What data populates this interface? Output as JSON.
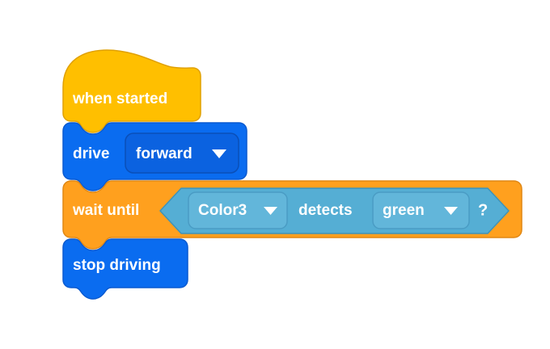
{
  "workspace": {
    "name": "block-program-workspace",
    "background_color": "#ffffff"
  },
  "palette": {
    "event_block_color": "#ffbf00",
    "event_block_stroke": "#e0a000",
    "motion_block_color": "#0a6cf0",
    "motion_block_stroke": "#0a5ad0",
    "motion_field_color": "#0b62e0",
    "motion_field_stroke": "#0a4fb8",
    "control_block_color": "#ffa01e",
    "control_block_stroke": "#e08714",
    "sensing_block_color": "#55aed4",
    "sensing_block_stroke": "#3f93b8",
    "sensing_field_color": "#62b6da",
    "sensing_field_stroke": "#4a9cc4",
    "text_color": "#ffffff"
  },
  "script": {
    "name": "main-script",
    "blocks": [
      {
        "id": "when-started",
        "type": "hat",
        "category": "event",
        "label": "when started"
      },
      {
        "id": "drive",
        "type": "stack",
        "category": "motion",
        "label": "drive",
        "fields": [
          {
            "name": "direction",
            "type": "dropdown",
            "value": "forward",
            "icon": "chevron-down-icon"
          }
        ]
      },
      {
        "id": "wait-until",
        "type": "stack",
        "category": "control",
        "label": "wait until",
        "condition": {
          "id": "color-detects",
          "type": "boolean",
          "category": "sensing",
          "fields": [
            {
              "name": "sensor",
              "type": "dropdown",
              "value": "Color3",
              "icon": "chevron-down-icon"
            }
          ],
          "label": "detects",
          "fields2": [
            {
              "name": "color",
              "type": "dropdown",
              "value": "green",
              "icon": "chevron-down-icon"
            }
          ],
          "suffix": "?"
        }
      },
      {
        "id": "stop-driving",
        "type": "stack",
        "category": "motion",
        "label": "stop driving"
      }
    ]
  }
}
